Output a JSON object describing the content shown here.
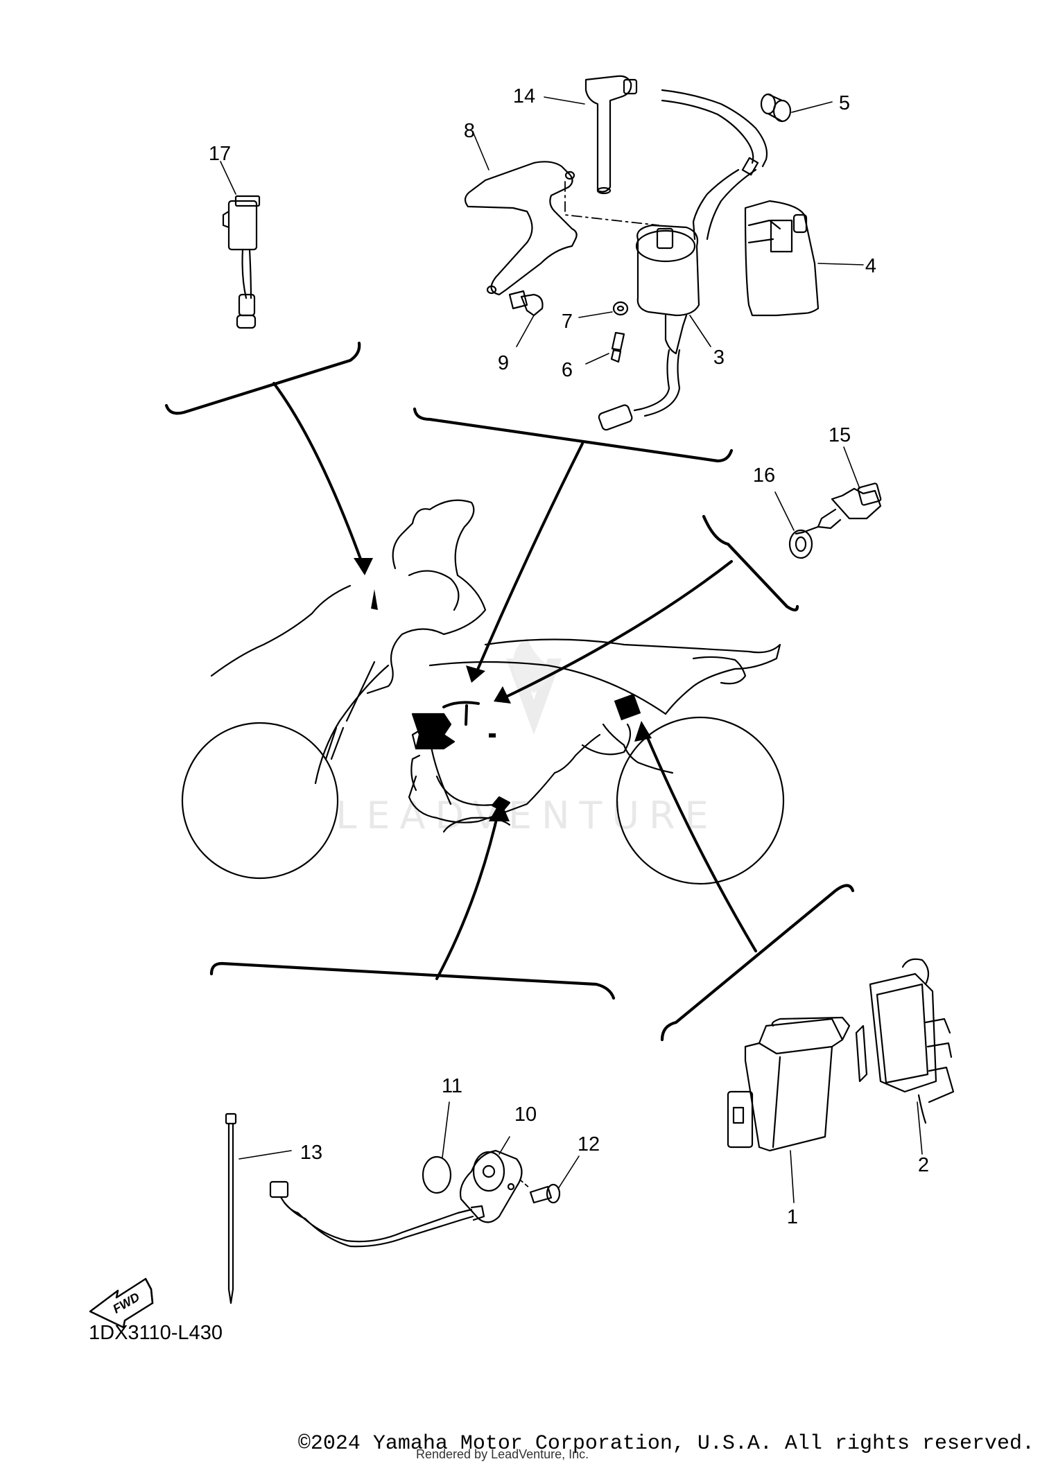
{
  "diagram_code": "1DX3110-L430",
  "fwd_label": "FWD",
  "watermark": "LEADVENTURE",
  "copyright": "©2024 Yamaha Motor Corporation, U.S.A. All rights reserved.",
  "rendered_by": "Rendered by LeadVenture, Inc.",
  "callouts": {
    "c1": "1",
    "c2": "2",
    "c3": "3",
    "c4": "4",
    "c5": "5",
    "c6": "6",
    "c7": "7",
    "c8": "8",
    "c9": "9",
    "c10": "10",
    "c11": "11",
    "c12": "12",
    "c13": "13",
    "c14": "14",
    "c15": "15",
    "c16": "16",
    "c17": "17"
  },
  "colors": {
    "line": "#000000",
    "watermark": "#e8e8e8",
    "background": "#ffffff"
  }
}
